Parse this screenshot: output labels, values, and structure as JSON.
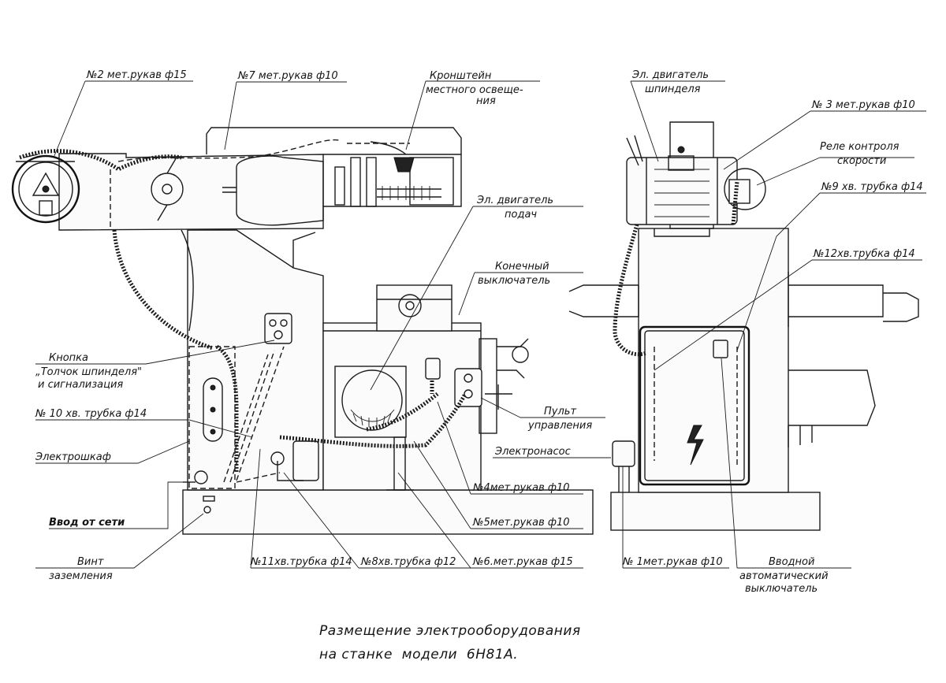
{
  "callouts": {
    "hose_2": "№2 мет.рукав ф15",
    "hose_7": "№7 мет.рукав ф10",
    "bracket": "Кронштейн",
    "bracket_line2": "местного освеще-",
    "bracket_line3": "ния",
    "feed_motor": "Эл. двигатель",
    "feed_motor_line2": "подач",
    "limit_switch": "Конечный",
    "limit_switch_line2": "выключатель",
    "button": "Кнопка",
    "button_line2": "„Толчок шпинделя\"",
    "button_line3": "и сигнализация",
    "tube_10": "№ 10 хв. трубка ф14",
    "cabinet": "Электрошкаф",
    "control_panel": "Пульт",
    "control_panel_line2": "управления",
    "pump": "Электронасос",
    "mains_input": "Ввод от сети",
    "ground_screw": "Винт",
    "ground_screw_line2": "заземления",
    "tube_11": "№11хв.трубка ф14",
    "tube_8": "№8хв.трубка ф12",
    "hose_4": "№4мет.рукав ф10",
    "hose_5": "№5мет.рукав ф10",
    "hose_6": "№6.мет.рукав ф15",
    "spindle_motor": "Эл. двигатель",
    "spindle_motor_line2": "шпинделя",
    "hose_3": "№ 3 мет.рукав ф10",
    "speed_relay": "Реле контроля",
    "speed_relay_line2": "скорости",
    "tube_9": "№9 хв. трубка ф14",
    "tube_12": "№12хв.трубка ф14",
    "hose_1": "№ 1мет.рукав ф10",
    "main_breaker": "Вводной",
    "main_breaker_line2": "автоматический",
    "main_breaker_line3": "выключатель"
  },
  "caption": {
    "line1": "Размещение электрооборудования",
    "line2": "на станке  модели  6Н81А."
  }
}
